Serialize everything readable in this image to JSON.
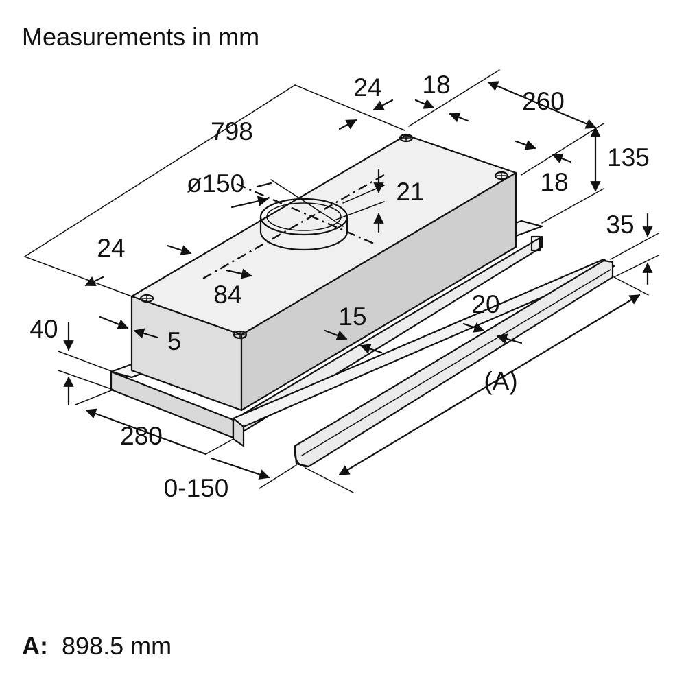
{
  "title": "Measurements in mm",
  "dimensions": {
    "top_depth": "24",
    "rear_offset": "18",
    "side_depth": "260",
    "height": "135",
    "side_offset": "18",
    "length": "798",
    "duct_diameter": "ø150",
    "duct_offset": "21",
    "front_offset": "24",
    "duct_center": "84",
    "panel_thickness": "35",
    "base_height": "40",
    "side_gap": "5",
    "front_gap": "15",
    "panel_gap": "20",
    "width_ref": "(A)",
    "base_depth": "280",
    "extension": "0-150"
  },
  "footnote": {
    "key": "A:",
    "value": "898.5 mm"
  }
}
